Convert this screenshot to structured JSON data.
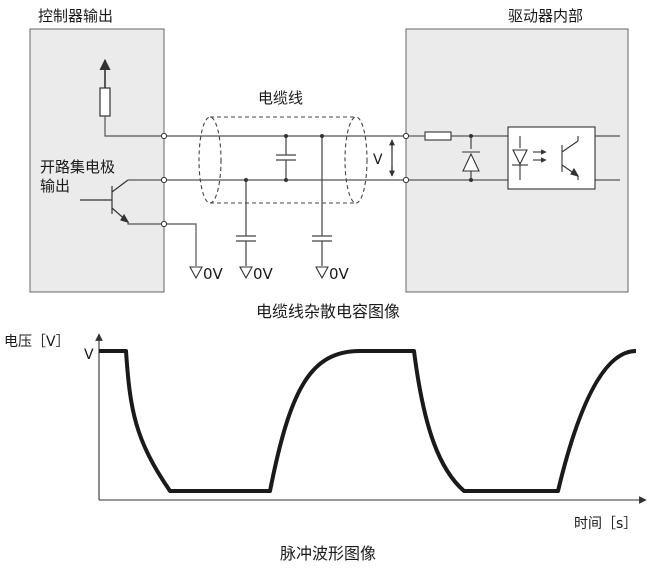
{
  "labels": {
    "controller_output": "控制器输出",
    "driver_internal": "驱动器内部",
    "cable": "电缆线",
    "open_collector_line1": "开路集电极",
    "open_collector_line2": "输出",
    "voltage_marker": "V",
    "ground_1": "0V",
    "ground_2": "0V",
    "ground_3": "0V",
    "diagram_caption": "电缆线杂散电容图像"
  },
  "waveform": {
    "y_axis_label": "电压［V］",
    "y_tick": "V",
    "x_axis_label": "时间［s］",
    "caption": "脉冲波形图像"
  },
  "colors": {
    "panel_fill": "#ebebeb",
    "line": "#555555",
    "waveform": "#1a1a1a"
  }
}
